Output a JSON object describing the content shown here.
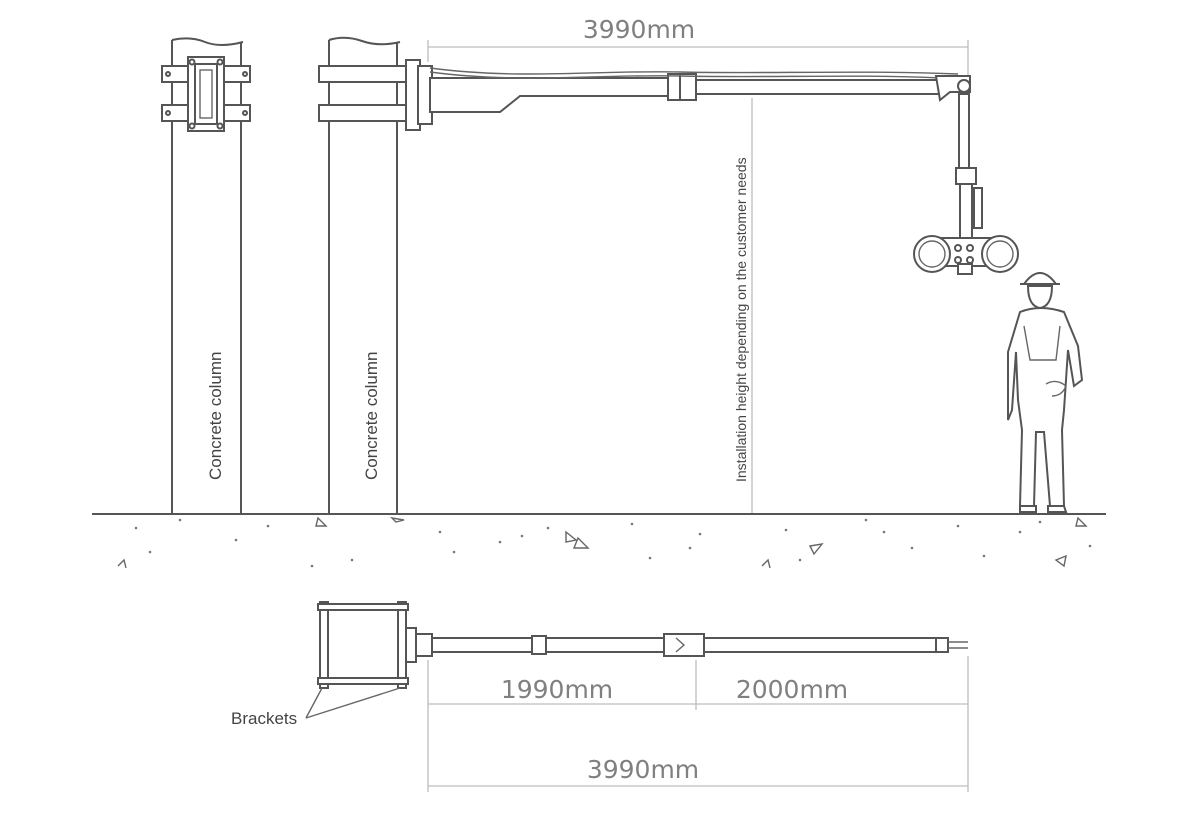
{
  "dimensions": {
    "top_total": "3990mm",
    "bottom_left": "1990mm",
    "bottom_right": "2000mm",
    "bottom_total": "3990mm"
  },
  "labels": {
    "column_1": "Concrete column",
    "column_2": "Concrete column",
    "installation_height": "Installation height depending on the customer needs",
    "brackets": "Brackets"
  },
  "colors": {
    "line": "#555555",
    "dimension": "#bdbdbd",
    "text": "#808080"
  }
}
